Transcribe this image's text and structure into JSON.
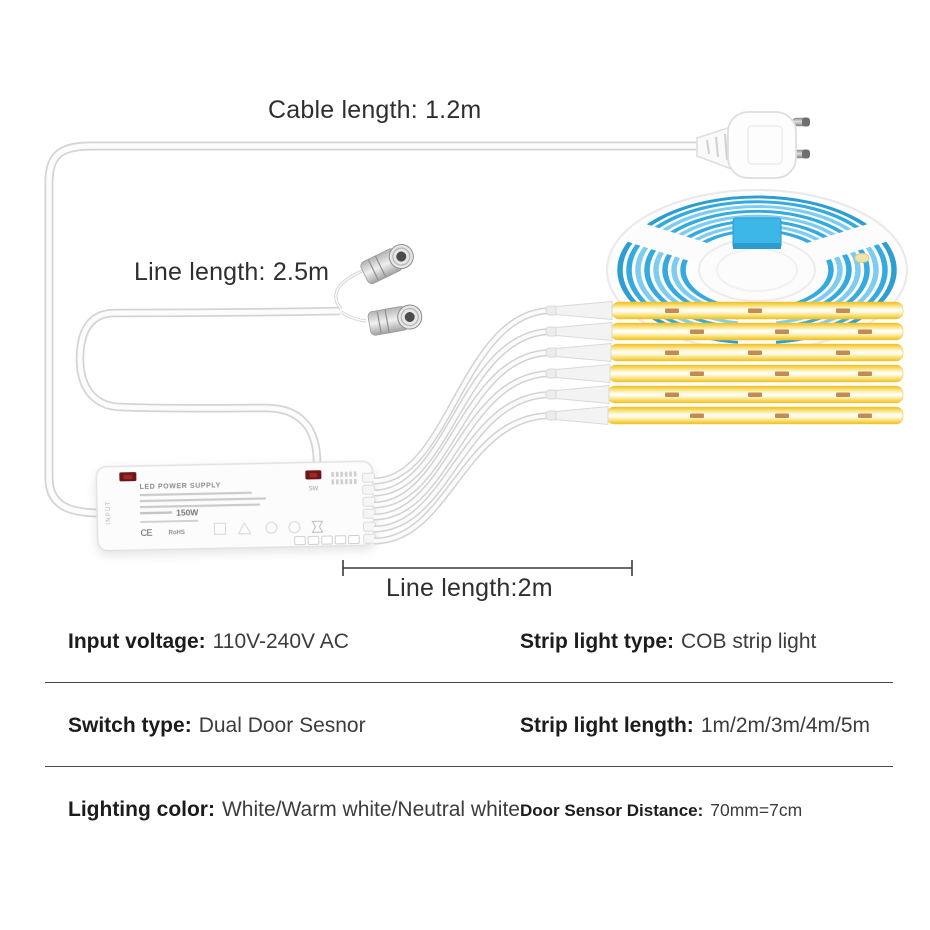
{
  "image": {
    "type": "led-strip-kit-infographic",
    "background": "#ffffff"
  },
  "annotations": {
    "cable_length": "Cable length: 1.2m",
    "sensor_line_length": "Line length: 2.5m",
    "strip_line_length": "Line length:2m"
  },
  "power_supply": {
    "title": "LED POWER SUPPLY",
    "power_rating": "150W",
    "input_port_label": "INPUT",
    "switch_port_label": "SW",
    "certifications": [
      "CE",
      "RoHS"
    ]
  },
  "specs": {
    "rows": [
      {
        "left_label": "Input voltage:",
        "left_value": "110V-240V AC",
        "right_label": "Strip light type:",
        "right_value": "COB strip light"
      },
      {
        "left_label": "Switch type:",
        "left_value": "Dual Door Sesnor",
        "right_label": "Strip light length:",
        "right_value": "1m/2m/3m/4m/5m"
      },
      {
        "left_label": "Lighting color:",
        "left_value": "White/Warm white/Neutral white",
        "right_label": "Door Sensor Distance:",
        "right_value": "70mm=7cm"
      }
    ]
  },
  "colors": {
    "text_primary": "#2f2f2f",
    "cable_outline": "#d4d4d4",
    "strip_yellow": "#f2bd13",
    "reel_blue": "#3db2e4",
    "connector_red": "#6d1517",
    "divider": "#4a4a4a"
  }
}
